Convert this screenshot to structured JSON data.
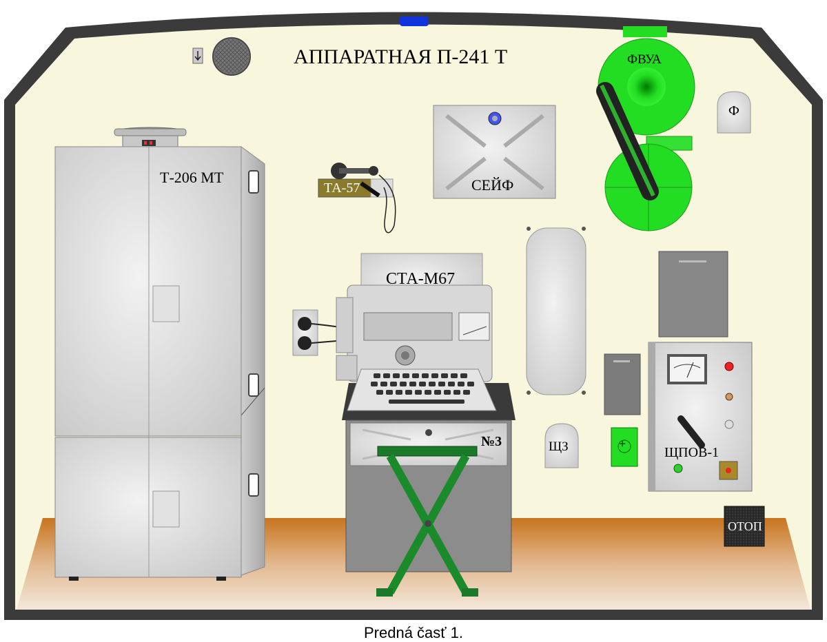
{
  "room": {
    "title": "АППАРАТНАЯ  П-241 Т",
    "caption": "Predná časť 1."
  },
  "equipment": {
    "cabinet": {
      "label": "Т-206 МТ"
    },
    "phone": {
      "label": "ТА-57"
    },
    "safe": {
      "label": "СЕЙФ"
    },
    "teletype": {
      "label": "СТА-М67",
      "table_number": "№3"
    },
    "filter_unit": {
      "label": "ФВУА"
    },
    "filter_box": {
      "label": "Ф"
    },
    "shield_box": {
      "label": "ЩЗ"
    },
    "power_panel": {
      "label": "ЩПОВ-1"
    },
    "fire_extinguisher": {
      "label": "ОТОП"
    },
    "socket_plus": {
      "label": "+"
    }
  },
  "colors": {
    "wall": "#f8f6dc",
    "frame": "#3a3a3a",
    "floor": "#c97a2a",
    "metal": "#d6d6d6",
    "green": "#22dd22",
    "stool": "#1a7a2a"
  }
}
